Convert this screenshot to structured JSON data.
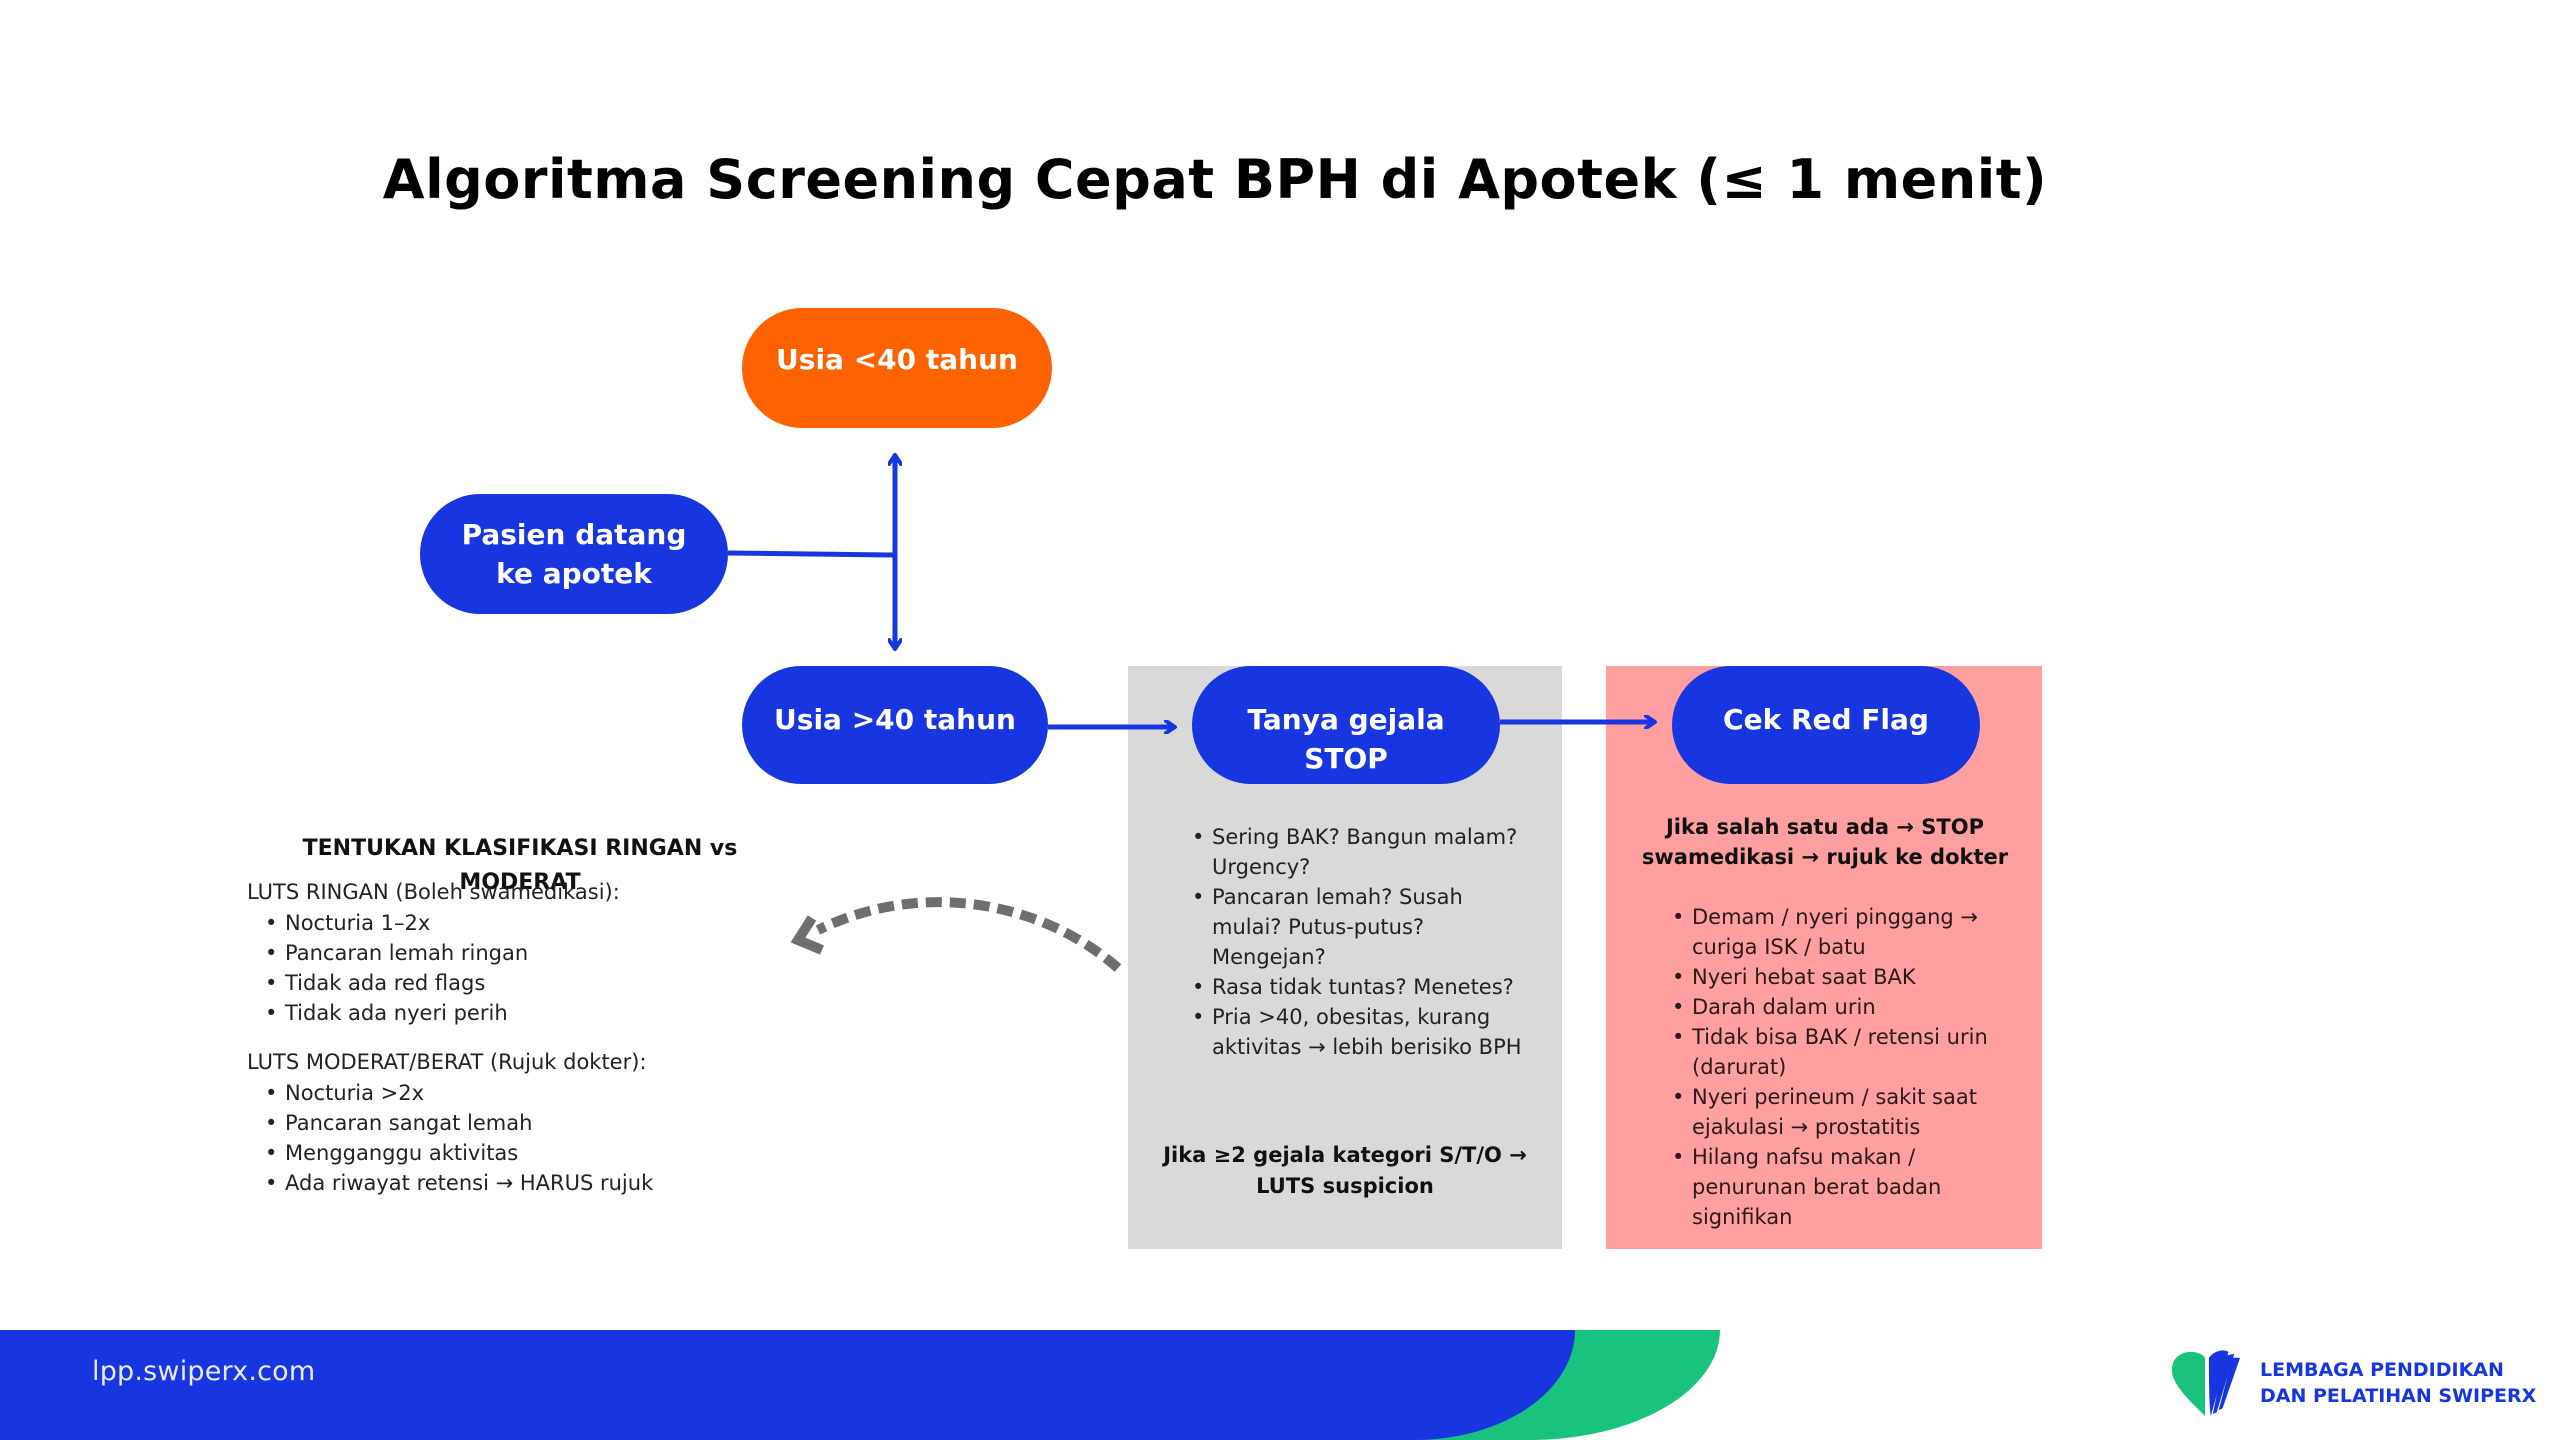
{
  "title": "Algoritma Screening Cepat BPH di Apotek (≤ 1 menit)",
  "colors": {
    "primary_blue": "#1736E0",
    "orange": "#FF6200",
    "gray_panel": "#D9D9D9",
    "pink_panel": "#FF9F9F",
    "green_accent": "#19C37D"
  },
  "nodes": {
    "start": "Pasien datang ke apotek",
    "under40": "Usia <40 tahun",
    "over40": "Usia >40 tahun",
    "stop": "Tanya gejala STOP",
    "redflag": "Cek Red Flag"
  },
  "stop_panel": {
    "items": [
      "Sering BAK? Bangun malam? Urgency?",
      "Pancaran lemah? Susah mulai? Putus-putus? Mengejan?",
      "Rasa tidak tuntas? Menetes?",
      "Pria >40, obesitas, kurang aktivitas → lebih berisiko BPH"
    ],
    "note": "Jika ≥2 gejala kategori S/T/O → LUTS suspicion"
  },
  "redflag_panel": {
    "note": "Jika salah satu ada → STOP swamedikasi → rujuk ke dokter",
    "items": [
      "Demam / nyeri pinggang → curiga ISK / batu",
      "Nyeri hebat saat BAK",
      "Darah dalam urin",
      "Tidak bisa BAK / retensi urin (darurat)",
      "Nyeri perineum / sakit saat ejakulasi → prostatitis",
      "Hilang nafsu makan / penurunan berat badan signifikan"
    ]
  },
  "classification": {
    "title": "TENTUKAN KLASIFIKASI RINGAN vs MODERAT",
    "light": {
      "heading": "LUTS RINGAN (Boleh swamedikasi):",
      "items": [
        "Nocturia 1–2x",
        "Pancaran lemah ringan",
        "Tidak ada red flags",
        "Tidak ada nyeri perih"
      ]
    },
    "heavy": {
      "heading": "LUTS MODERAT/BERAT (Rujuk dokter):",
      "items": [
        "Nocturia >2x",
        "Pancaran sangat lemah",
        "Mengganggu aktivitas",
        "Ada riwayat retensi → HARUS rujuk"
      ]
    }
  },
  "footer": {
    "url": "lpp.swiperx.com",
    "logo_line1": "LEMBAGA PENDIDIKAN",
    "logo_line2": "DAN PELATIHAN SWIPERX"
  }
}
